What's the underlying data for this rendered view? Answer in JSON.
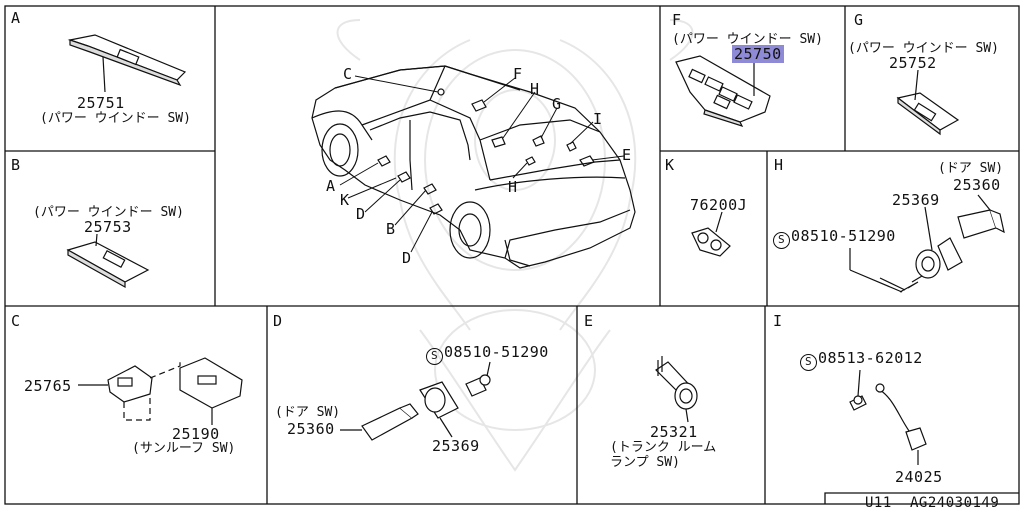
{
  "panels": {
    "A": {
      "letter": "A",
      "part": "25751",
      "desc": "(パワー ウインドー SW)"
    },
    "B": {
      "letter": "B",
      "desc": "(パワー ウインドー SW)",
      "part": "25753"
    },
    "C": {
      "letter": "C",
      "part_a": "25765",
      "part_b": "25190",
      "desc_b": "(サンルーフ SW)"
    },
    "D": {
      "letter": "D",
      "bolt": "08510-51290",
      "desc_sw": "(ドア SW)",
      "part_a": "25360",
      "part_b": "25369"
    },
    "E": {
      "letter": "E",
      "part": "25321",
      "desc1": "(トランク ルーム",
      "desc2": "ランプ SW)"
    },
    "F": {
      "letter": "F",
      "desc": "(パワー ウインドー SW)",
      "part": "25750"
    },
    "G": {
      "letter": "G",
      "desc": "(パワー ウインドー SW)",
      "part": "25752"
    },
    "K": {
      "letter": "K",
      "part": "76200J"
    },
    "H": {
      "letter": "H",
      "desc": "(ドア SW)",
      "part_a": "25360",
      "part_b": "25369",
      "bolt": "08510-51290"
    },
    "I": {
      "letter": "I",
      "bolt": "08513-62012",
      "part": "24025"
    }
  },
  "car_callouts": [
    "C",
    "F",
    "H",
    "G",
    "I",
    "E",
    "A",
    "K",
    "D",
    "H",
    "B",
    "D"
  ],
  "bolt_symbol": "S",
  "footer": {
    "model": "U11",
    "code": "AG24030149"
  },
  "colors": {
    "highlight": "#8f8ad6",
    "line": "#111111"
  }
}
